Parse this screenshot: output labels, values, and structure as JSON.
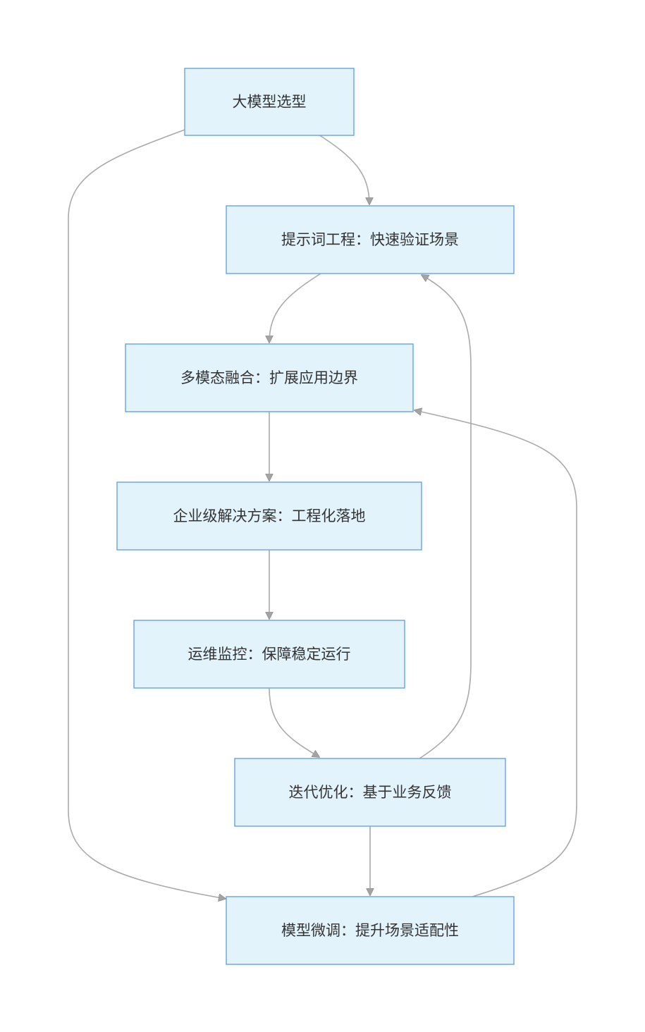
{
  "diagram": {
    "type": "flowchart",
    "colors": {
      "node_fill": "#e3f3fc",
      "node_border": "#6fa8e6",
      "edge": "#aaaaaa",
      "text": "#333333"
    },
    "nodes": [
      {
        "id": "n1",
        "label": "大模型选型"
      },
      {
        "id": "n2",
        "label": "提示词工程：快速验证场景"
      },
      {
        "id": "n3",
        "label": "多模态融合：扩展应用边界"
      },
      {
        "id": "n4",
        "label": "企业级解决方案：工程化落地"
      },
      {
        "id": "n5",
        "label": "运维监控：保障稳定运行"
      },
      {
        "id": "n6",
        "label": "迭代优化：基于业务反馈"
      },
      {
        "id": "n7",
        "label": "模型微调：提升场景适配性"
      }
    ],
    "edges": [
      {
        "from": "n1",
        "to": "n2"
      },
      {
        "from": "n1",
        "to": "n7"
      },
      {
        "from": "n2",
        "to": "n3"
      },
      {
        "from": "n3",
        "to": "n4"
      },
      {
        "from": "n4",
        "to": "n5"
      },
      {
        "from": "n5",
        "to": "n6"
      },
      {
        "from": "n6",
        "to": "n2"
      },
      {
        "from": "n6",
        "to": "n7"
      },
      {
        "from": "n7",
        "to": "n3"
      }
    ]
  }
}
